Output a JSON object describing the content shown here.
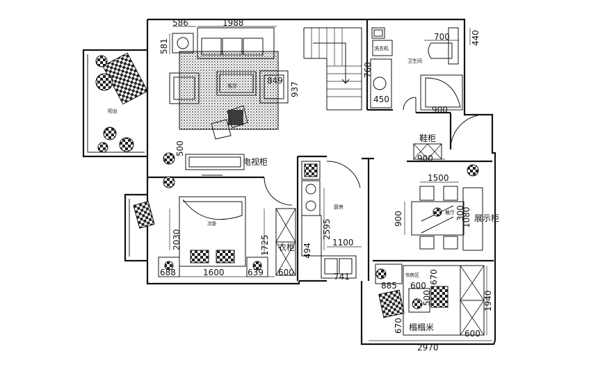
{
  "rooms": {
    "tv_cabinet": "电视柜",
    "shoe_cabinet": "鞋柜",
    "wardrobe": "衣柜",
    "tatami": "榻榻米",
    "display_cabinet": "展示柜",
    "bathroom_door": "卫生间",
    "kitchen": "厨房",
    "balcony": "阳台",
    "bedroom": "次卧",
    "living": "客厅",
    "dining": "餐厅",
    "washer": "洗衣机",
    "study": "书房区"
  },
  "dimensions": {
    "d586": "586",
    "d1988": "1988",
    "d581": "581",
    "d700": "700",
    "d440": "440",
    "d760": "760",
    "d450": "450",
    "d900a": "900",
    "d849": "849",
    "d937": "937",
    "d500a": "500",
    "d1500": "1500",
    "d900b": "900",
    "d900c": "900",
    "d1080": "1080",
    "d1725": "1725",
    "d2595": "2595",
    "d1100": "1100",
    "d2030": "2030",
    "d688": "688",
    "d1600": "1600",
    "d639": "639",
    "d600a": "600",
    "d494": "494",
    "d741": "741",
    "d885": "885",
    "d600b": "600",
    "d670a": "670",
    "d500b": "500",
    "d670b": "670",
    "d1940": "1940",
    "d600c": "600",
    "d2970": "2970",
    "d300": "300"
  }
}
